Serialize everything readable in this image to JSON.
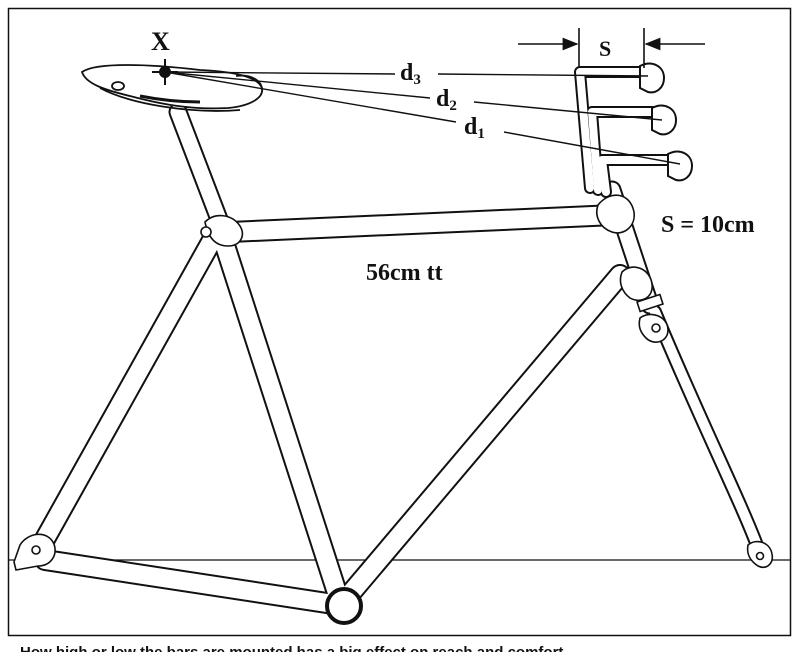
{
  "labels": {
    "point": "X",
    "spacer": "S",
    "spacer_value": "S = 10cm",
    "top_tube": "56cm tt",
    "d3": {
      "base": "d",
      "sub": "3"
    },
    "d2": {
      "base": "d",
      "sub": "2"
    },
    "d1": {
      "base": "d",
      "sub": "1"
    }
  },
  "caption": "How high or low the bars are mounted has a big effect on reach and comfort.",
  "colors": {
    "line": "#111111",
    "frame_fill": "#ffffff",
    "background": "#ffffff"
  }
}
